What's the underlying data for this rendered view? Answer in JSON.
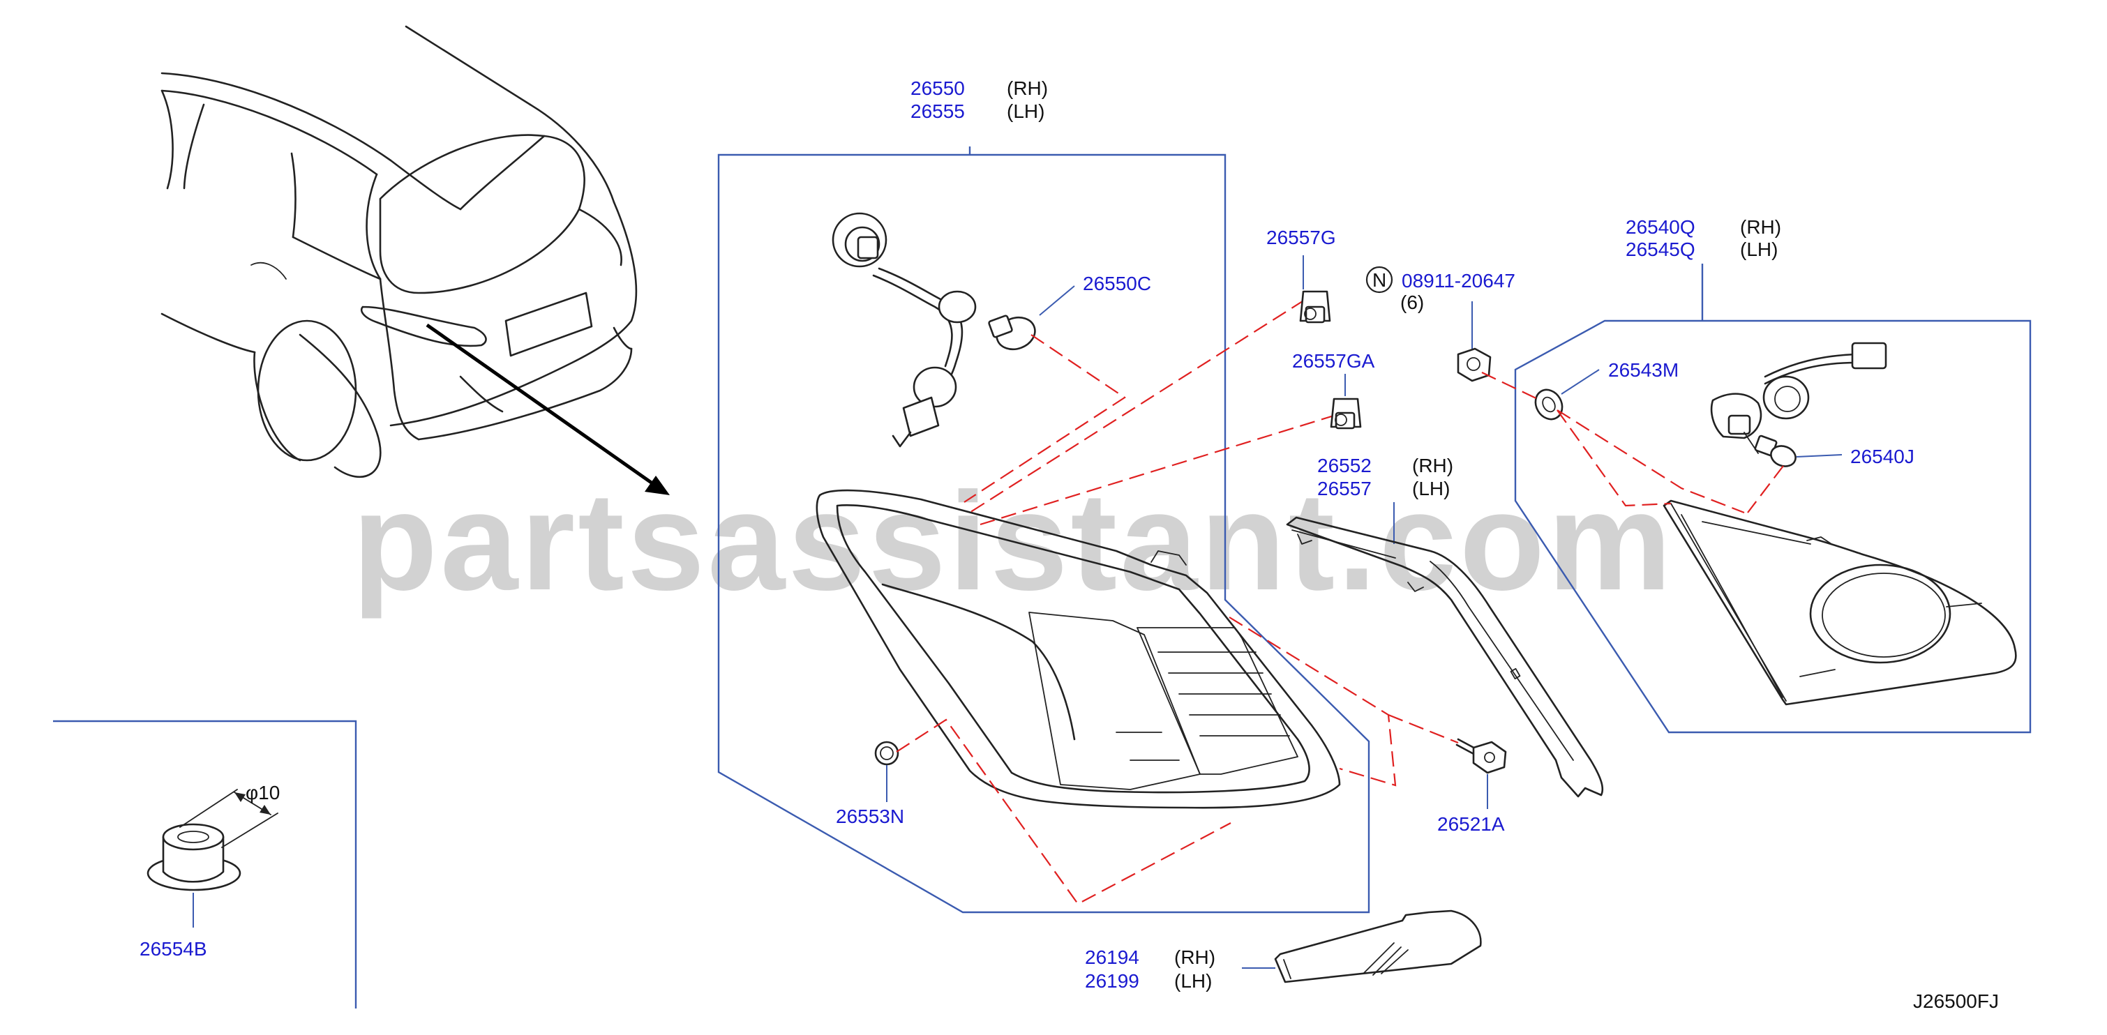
{
  "watermark": "partsassistant.com",
  "diagram_code": "J26500FJ",
  "dimension_label": "φ10",
  "callouts": {
    "rear_combination_lamp": {
      "pn_rh": "26550",
      "pn_lh": "26555",
      "side_rh": "(RH)",
      "side_lh": "(LH)"
    },
    "bulb_socket_harness": {
      "pn": "26550C"
    },
    "clip_g": {
      "pn": "26557G"
    },
    "clip_ga": {
      "pn": "26557GA"
    },
    "nut": {
      "marker": "N",
      "pn": "08911-20647",
      "qty": "(6)"
    },
    "finisher": {
      "pn_rh": "26552",
      "pn_lh": "26557",
      "side_rh": "(RH)",
      "side_lh": "(LH)"
    },
    "inner_lamp": {
      "pn_rh": "26540Q",
      "pn_lh": "26545Q",
      "side_rh": "(RH)",
      "side_lh": "(LH)"
    },
    "gasket": {
      "pn": "26543M"
    },
    "inner_bulb": {
      "pn": "26540J"
    },
    "grommet": {
      "pn": "26553N"
    },
    "screw": {
      "pn": "26521A"
    },
    "reflector": {
      "pn_rh": "26194",
      "pn_lh": "26199",
      "side_rh": "(RH)",
      "side_lh": "(LH)"
    },
    "clip_b": {
      "pn": "26554B"
    }
  }
}
